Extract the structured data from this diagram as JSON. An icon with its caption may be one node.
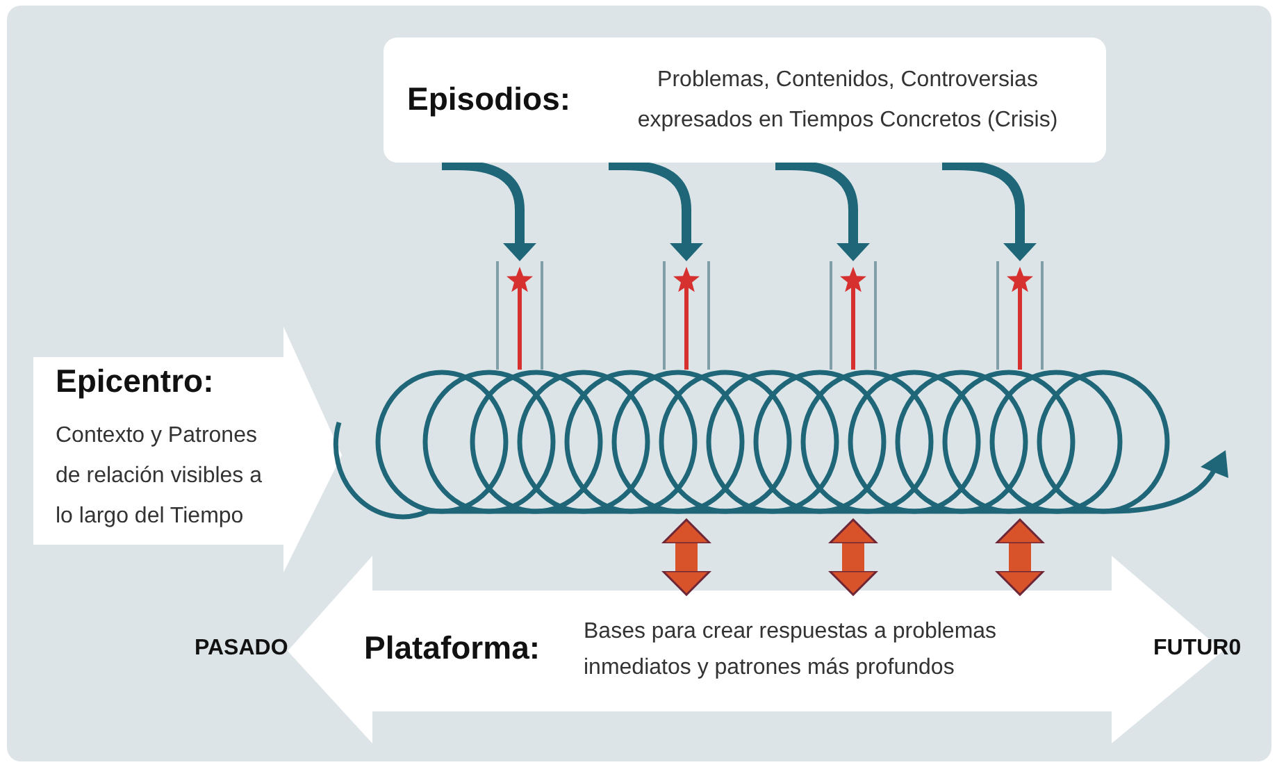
{
  "diagram": {
    "nodes": [
      {
        "text": [
          "Episodios:",
          "Problemas, Contenidos, Controversias expresados en Tiempos Concretos (Crisis)"
        ]
      },
      {
        "text": [],
        "shape": "star"
      },
      {
        "text": [],
        "shape": "star"
      },
      {
        "text": [],
        "shape": "star"
      },
      {
        "text": [],
        "shape": "star"
      },
      {
        "text": [
          "Epicentro:",
          "Contexto y Patrones de relación visibles a lo largo del Tiempo"
        ]
      },
      {
        "text": [],
        "shape": "coil"
      },
      {
        "text": [
          "Plataforma:",
          "Bases para crear respuestas a problemas inmediatos y patrones más profundos"
        ]
      }
    ],
    "edges": [
      {
        "from": 0,
        "to": 1,
        "arrow": "to"
      },
      {
        "from": 0,
        "to": 2,
        "arrow": "to"
      },
      {
        "from": 0,
        "to": 3,
        "arrow": "to"
      },
      {
        "from": 0,
        "to": 4,
        "arrow": "to"
      },
      {
        "from": 6,
        "to": 7,
        "arrow": "both",
        "style": "thick",
        "color": "#d9532a"
      },
      {
        "from": 6,
        "to": 7,
        "arrow": "both",
        "style": "thick",
        "color": "#d9532a"
      },
      {
        "from": 6,
        "to": 7,
        "arrow": "both",
        "style": "thick",
        "color": "#d9532a"
      }
    ],
    "labels": [
      "PASADO",
      "FUTUR0"
    ]
  }
}
